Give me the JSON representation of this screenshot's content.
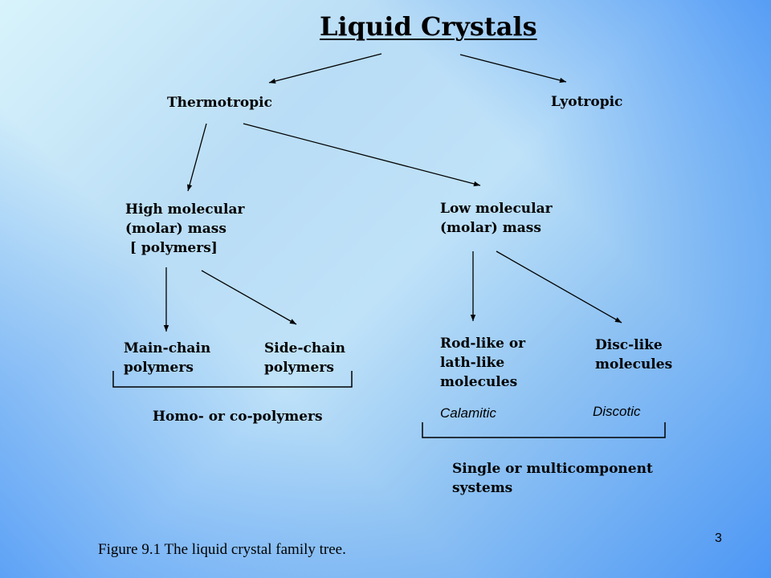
{
  "title": "Liquid Crystals",
  "nodes": {
    "thermotropic": "Thermotropic",
    "lyotropic": "Lyotropic",
    "high_molecular": "High molecular\n(molar) mass\n [ polymers]",
    "low_molecular": "Low molecular\n(molar) mass",
    "main_chain": "Main-chain\npolymers",
    "side_chain": "Side-chain\npolymers",
    "rod_like": "Rod-like or\nlath-like\nmolecules",
    "disc_like": "Disc-like\nmolecules",
    "homo_co": "Homo- or co-polymers",
    "single_multi": "Single or multicomponent\nsystems"
  },
  "labels": {
    "calamitic": "Calamitic",
    "discotic": "Discotic"
  },
  "caption": "Figure 9.1  The liquid crystal family tree.",
  "page_number": "3"
}
